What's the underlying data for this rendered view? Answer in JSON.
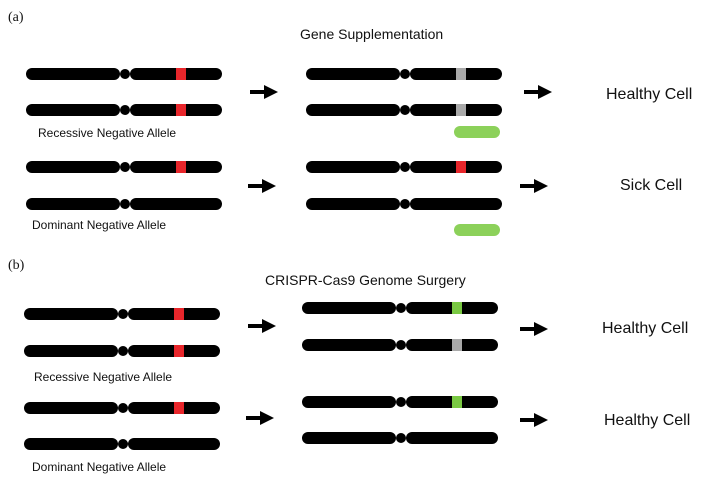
{
  "panels": [
    {
      "label": "(a)",
      "title": "Gene Supplementation",
      "rows": [
        {
          "allele_label": "Recessive Negative Allele",
          "input": [
            "mutant",
            "mutant"
          ],
          "output": [
            "nonfunctional",
            "nonfunctional"
          ],
          "supplement": true,
          "outcome": "Healthy Cell"
        },
        {
          "allele_label": "Dominant Negative Allele",
          "input": [
            "mutant",
            "wildtype"
          ],
          "output": [
            "mutant",
            "wildtype"
          ],
          "supplement": true,
          "outcome": "Sick Cell"
        }
      ]
    },
    {
      "label": "(b)",
      "title": "CRISPR-Cas9 Genome Surgery",
      "rows": [
        {
          "allele_label": "Recessive Negative Allele",
          "input": [
            "mutant",
            "mutant"
          ],
          "output": [
            "corrected",
            "nonfunctional"
          ],
          "supplement": false,
          "outcome": "Healthy Cell"
        },
        {
          "allele_label": "Dominant Negative  Allele",
          "input": [
            "mutant",
            "wildtype"
          ],
          "output": [
            "corrected",
            "wildtype"
          ],
          "supplement": false,
          "outcome": "Healthy Cell"
        }
      ]
    }
  ],
  "colors": {
    "chromosome": "#000000",
    "mutant": "#e8262b",
    "nonfunctional": "#a9a9a9",
    "corrected": "#7ac943",
    "supplement": "#8cd15a"
  }
}
